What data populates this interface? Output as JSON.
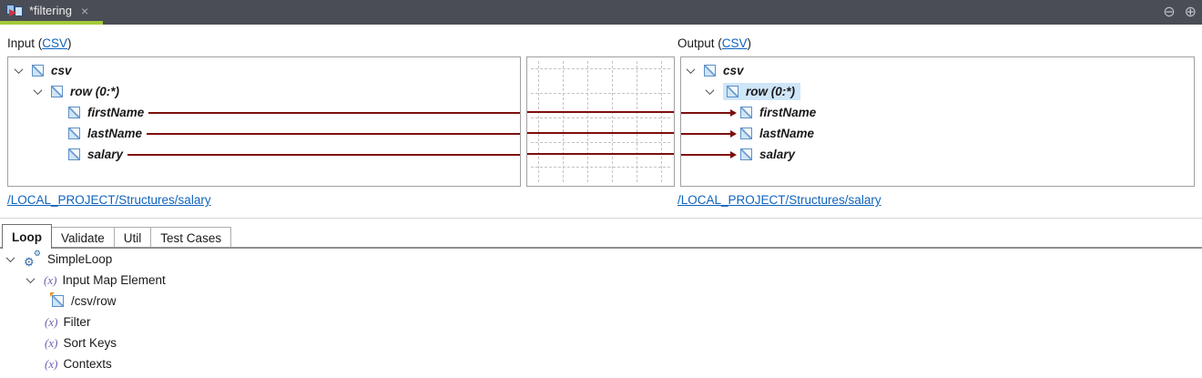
{
  "titlebar": {
    "tab_title": "*filtering"
  },
  "icons": {
    "close": "×",
    "minimize": "⊖",
    "maximize": "⊕",
    "gear": "⚙",
    "function": "(x)"
  },
  "colors": {
    "accent_green": "#a3c939",
    "connection_line": "#7d0f0f",
    "link_blue": "#0f63bd",
    "selection_blue": "#cfe6f8",
    "titlebar_bg": "#4a4d55"
  },
  "mapping": {
    "input": {
      "header_prefix": "Input (",
      "header_link": "CSV",
      "header_suffix": ")",
      "root": "csv",
      "loop_node": "row (0:*)",
      "fields": [
        "firstName",
        "lastName",
        "salary"
      ],
      "footer_link": "/LOCAL_PROJECT/Structures/salary"
    },
    "output": {
      "header_prefix": "Output (",
      "header_link": "CSV",
      "header_suffix": ")",
      "root": "csv",
      "loop_node": "row (0:*)",
      "fields": [
        "firstName",
        "lastName",
        "salary"
      ],
      "footer_link": "/LOCAL_PROJECT/Structures/salary"
    }
  },
  "tabs": [
    {
      "label": "Loop",
      "active": true
    },
    {
      "label": "Validate",
      "active": false
    },
    {
      "label": "Util",
      "active": false
    },
    {
      "label": "Test Cases",
      "active": false
    }
  ],
  "loop_tree": {
    "root": "SimpleLoop",
    "input_map_element": "Input Map Element",
    "xpath": "/csv/row",
    "filter": "Filter",
    "sort_keys": "Sort Keys",
    "contexts": "Contexts"
  }
}
